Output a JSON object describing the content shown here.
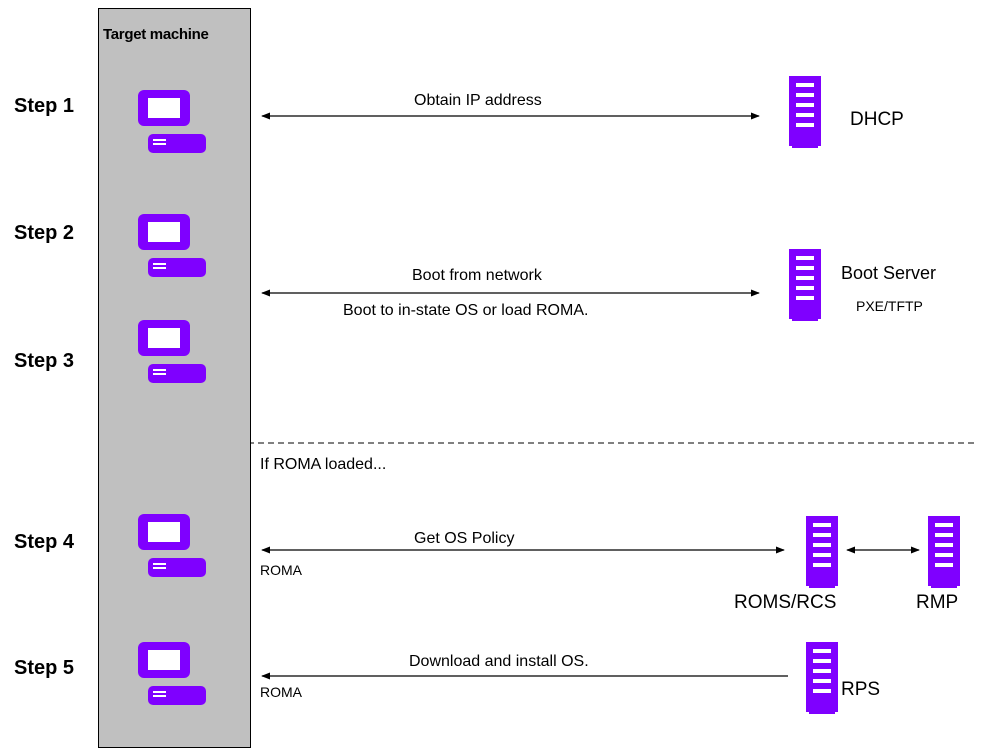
{
  "target": {
    "title": "Target machine"
  },
  "steps": [
    {
      "label": "Step 1"
    },
    {
      "label": "Step 2"
    },
    {
      "label": "Step 3"
    },
    {
      "label": "Step 4"
    },
    {
      "label": "Step 5"
    }
  ],
  "messages": {
    "obtain_ip": "Obtain IP address",
    "boot_network": "Boot from network",
    "boot_instate": "Boot to in-state OS or load ROMA.",
    "roma_loaded": "If ROMA loaded...",
    "get_policy": "Get OS Policy",
    "roma_step4": "ROMA",
    "download": "Download and install OS.",
    "roma_step5": "ROMA"
  },
  "servers": {
    "dhcp": "DHCP",
    "boot_server": "Boot Server",
    "boot_protocol": "PXE/TFTP",
    "roms": "ROMS/RCS",
    "rmp": "RMP",
    "rps": "RPS"
  },
  "colors": {
    "icon": "#7f00ff",
    "column": "#c0c0c0"
  },
  "icons": {
    "client": "computer-icon",
    "server": "server-icon"
  }
}
